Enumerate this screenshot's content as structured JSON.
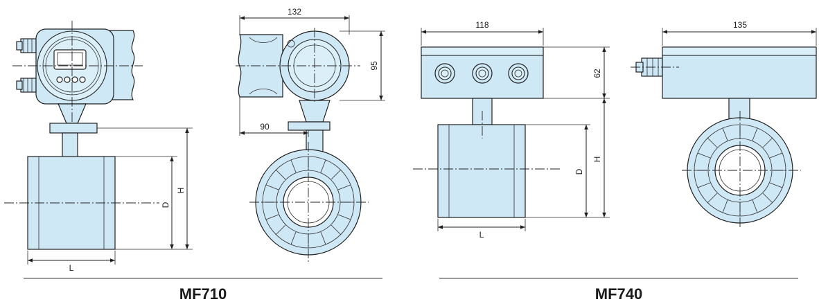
{
  "models": {
    "left": "MF710",
    "right": "MF740"
  },
  "dimensions": {
    "mf710_L": "L",
    "mf710_D": "D",
    "mf710_H": "H",
    "mf710_width": "132",
    "mf710_height": "95",
    "mf710_offset": "90",
    "mf740_width": "118",
    "mf740_height": "62",
    "mf740_L": "L",
    "mf740_D": "D",
    "mf740_H": "H",
    "mf740_side_width": "135"
  },
  "colors": {
    "body_fill": "#cfe8f5",
    "outline": "#1f1f1f"
  }
}
